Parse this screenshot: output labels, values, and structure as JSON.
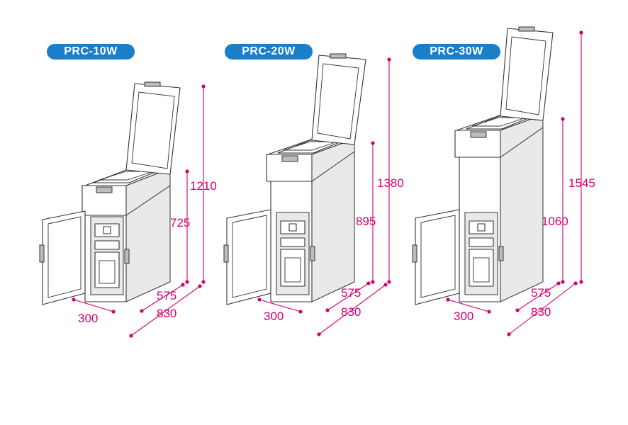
{
  "models": [
    {
      "name": "PRC-10W",
      "dims": {
        "width": "300",
        "depth_closed": "575",
        "depth_open": "830",
        "height_closed": "725",
        "height_open": "1210"
      }
    },
    {
      "name": "PRC-20W",
      "dims": {
        "width": "300",
        "depth_closed": "575",
        "depth_open": "830",
        "height_closed": "895",
        "height_open": "1380"
      }
    },
    {
      "name": "PRC-30W",
      "dims": {
        "width": "300",
        "depth_closed": "575",
        "depth_open": "830",
        "height_closed": "1060",
        "height_open": "1545"
      }
    }
  ],
  "colors": {
    "badge": "#1a7ec8",
    "dimension": "#d4006e",
    "outline": "#333333"
  }
}
